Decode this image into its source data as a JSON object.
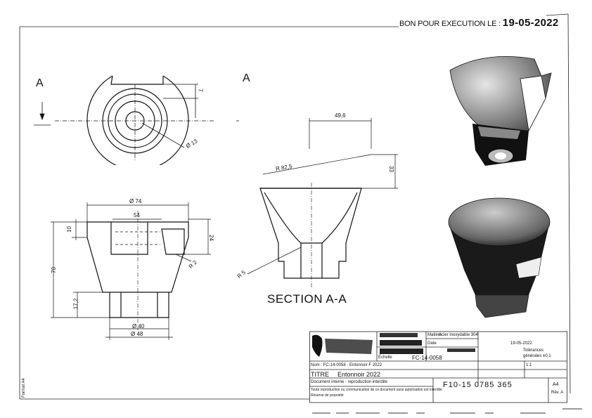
{
  "stamp": {
    "prefix": "BON POUR EXECUTION LE :",
    "date": "19-05-2022"
  },
  "section_label": "SECTION A-A",
  "section_markers": {
    "left": "A",
    "right": "A"
  },
  "dimensions": {
    "d13": "Ø 13",
    "seven": "7",
    "d74": "Ø 74",
    "w54": "54",
    "h10": "10",
    "h24": "24",
    "r2": "R 2",
    "h70": "70",
    "h17": "17,2",
    "d40": "Ø 40",
    "d48": "Ø 48",
    "w496": "49,6",
    "r825": "R 82,5",
    "h33": "33",
    "r5": "R 5"
  },
  "title_block": {
    "approval_note": "Réserve de propriété",
    "material_label": "Matière",
    "material_value": "Acier inoxydable 304",
    "drawing_ref": "FC-14-0058",
    "scale_label": "Échelle",
    "scale_value": "1:1",
    "date_label": "Date",
    "date_value": "19-05-2022",
    "tolerance_label": "Tolérances",
    "tolerance_value": "générales ±0,1",
    "name_row": "Nom : FC-14-0058 - Entonnoir F 2022",
    "title_label": "TITRE",
    "title_value": "Entonnoir 2022",
    "footer_1": "Document interne - reproduction interdite",
    "footer_2": "Toute reproduction ou communication de ce document sans autorisation est interdite",
    "part_number": "F10-15 0785 365",
    "format": "A4",
    "revision": "Rév. A"
  },
  "side_note": "Format A4"
}
